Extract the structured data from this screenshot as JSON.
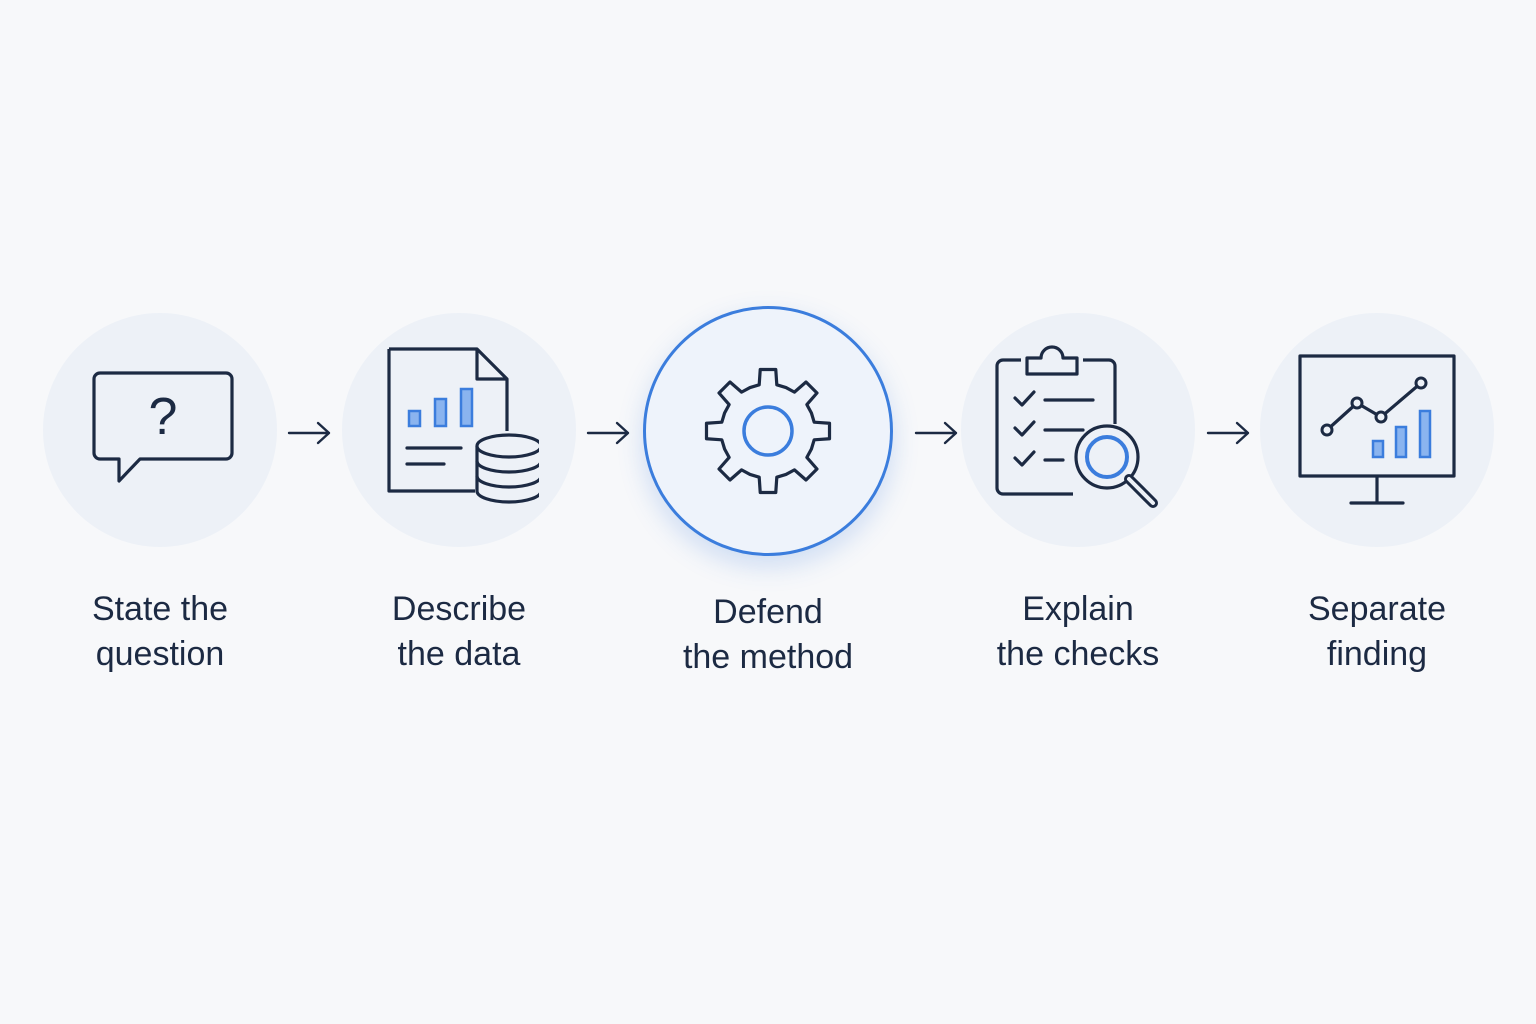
{
  "steps": [
    {
      "id": "question",
      "icon": "speech-bubble-question-icon",
      "label_lines": [
        "State the",
        "question"
      ],
      "active": false
    },
    {
      "id": "data",
      "icon": "document-database-icon",
      "label_lines": [
        "Describe",
        "the data"
      ],
      "active": false
    },
    {
      "id": "method",
      "icon": "gear-icon",
      "label_lines": [
        "Defend",
        "the method"
      ],
      "active": true
    },
    {
      "id": "checks",
      "icon": "clipboard-magnifier-icon",
      "label_lines": [
        "Explain",
        "the checks"
      ],
      "active": false
    },
    {
      "id": "finding",
      "icon": "monitor-chart-icon",
      "label_lines": [
        "Separate",
        "finding"
      ],
      "active": false
    }
  ],
  "icons": {
    "question_mark": "?"
  },
  "colors": {
    "background": "#f7f8fa",
    "circle_fill": "#edf1f7",
    "accent": "#3b7ddd",
    "ink": "#1c2a43"
  }
}
